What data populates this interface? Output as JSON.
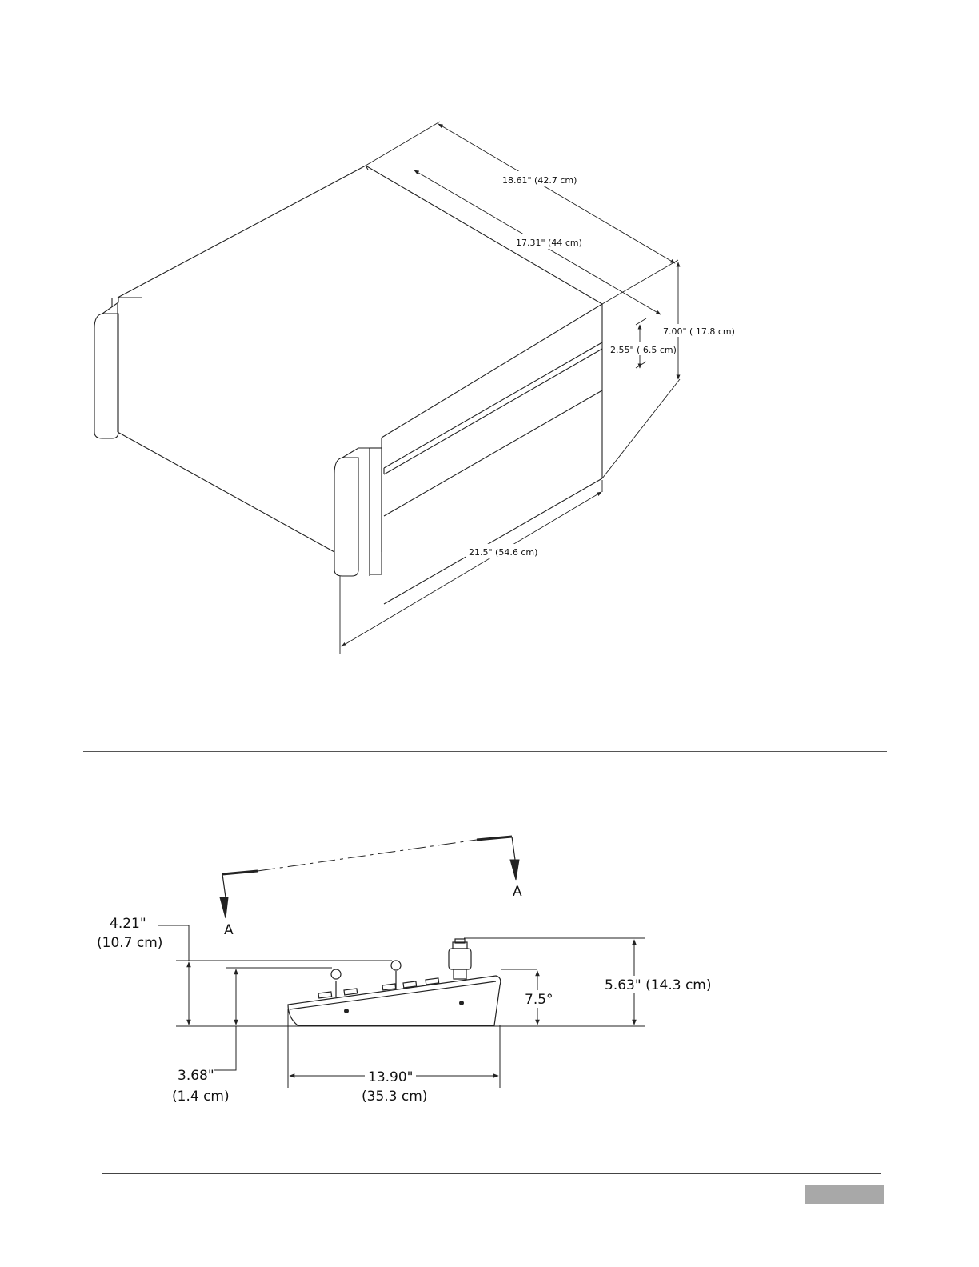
{
  "rack_diagram": {
    "dim_depth_outer": "18.61\" (42.7 cm)",
    "dim_depth_inner": "17.31\" (44 cm)",
    "dim_height": "7.00\" ( 17.8 cm)",
    "dim_panel_height": "2.55\" ( 6.5 cm)",
    "dim_width": "21.5\" (54.6 cm)"
  },
  "control_surface_diagram": {
    "section_mark_left": "A",
    "section_mark_right": "A",
    "dim_joystick_height": "4.21\"",
    "dim_joystick_height_metric": "(10.7 cm)",
    "dim_front_height": "3.68\"",
    "dim_front_height_metric": "(1.4 cm)",
    "dim_depth": "13.90\"",
    "dim_depth_metric": "(35.3 cm)",
    "dim_angle": "7.5°",
    "dim_total_height": "5.63\" (14.3 cm)"
  },
  "colors": {
    "line": "#222222",
    "page_tab": "#a8a8a8"
  }
}
